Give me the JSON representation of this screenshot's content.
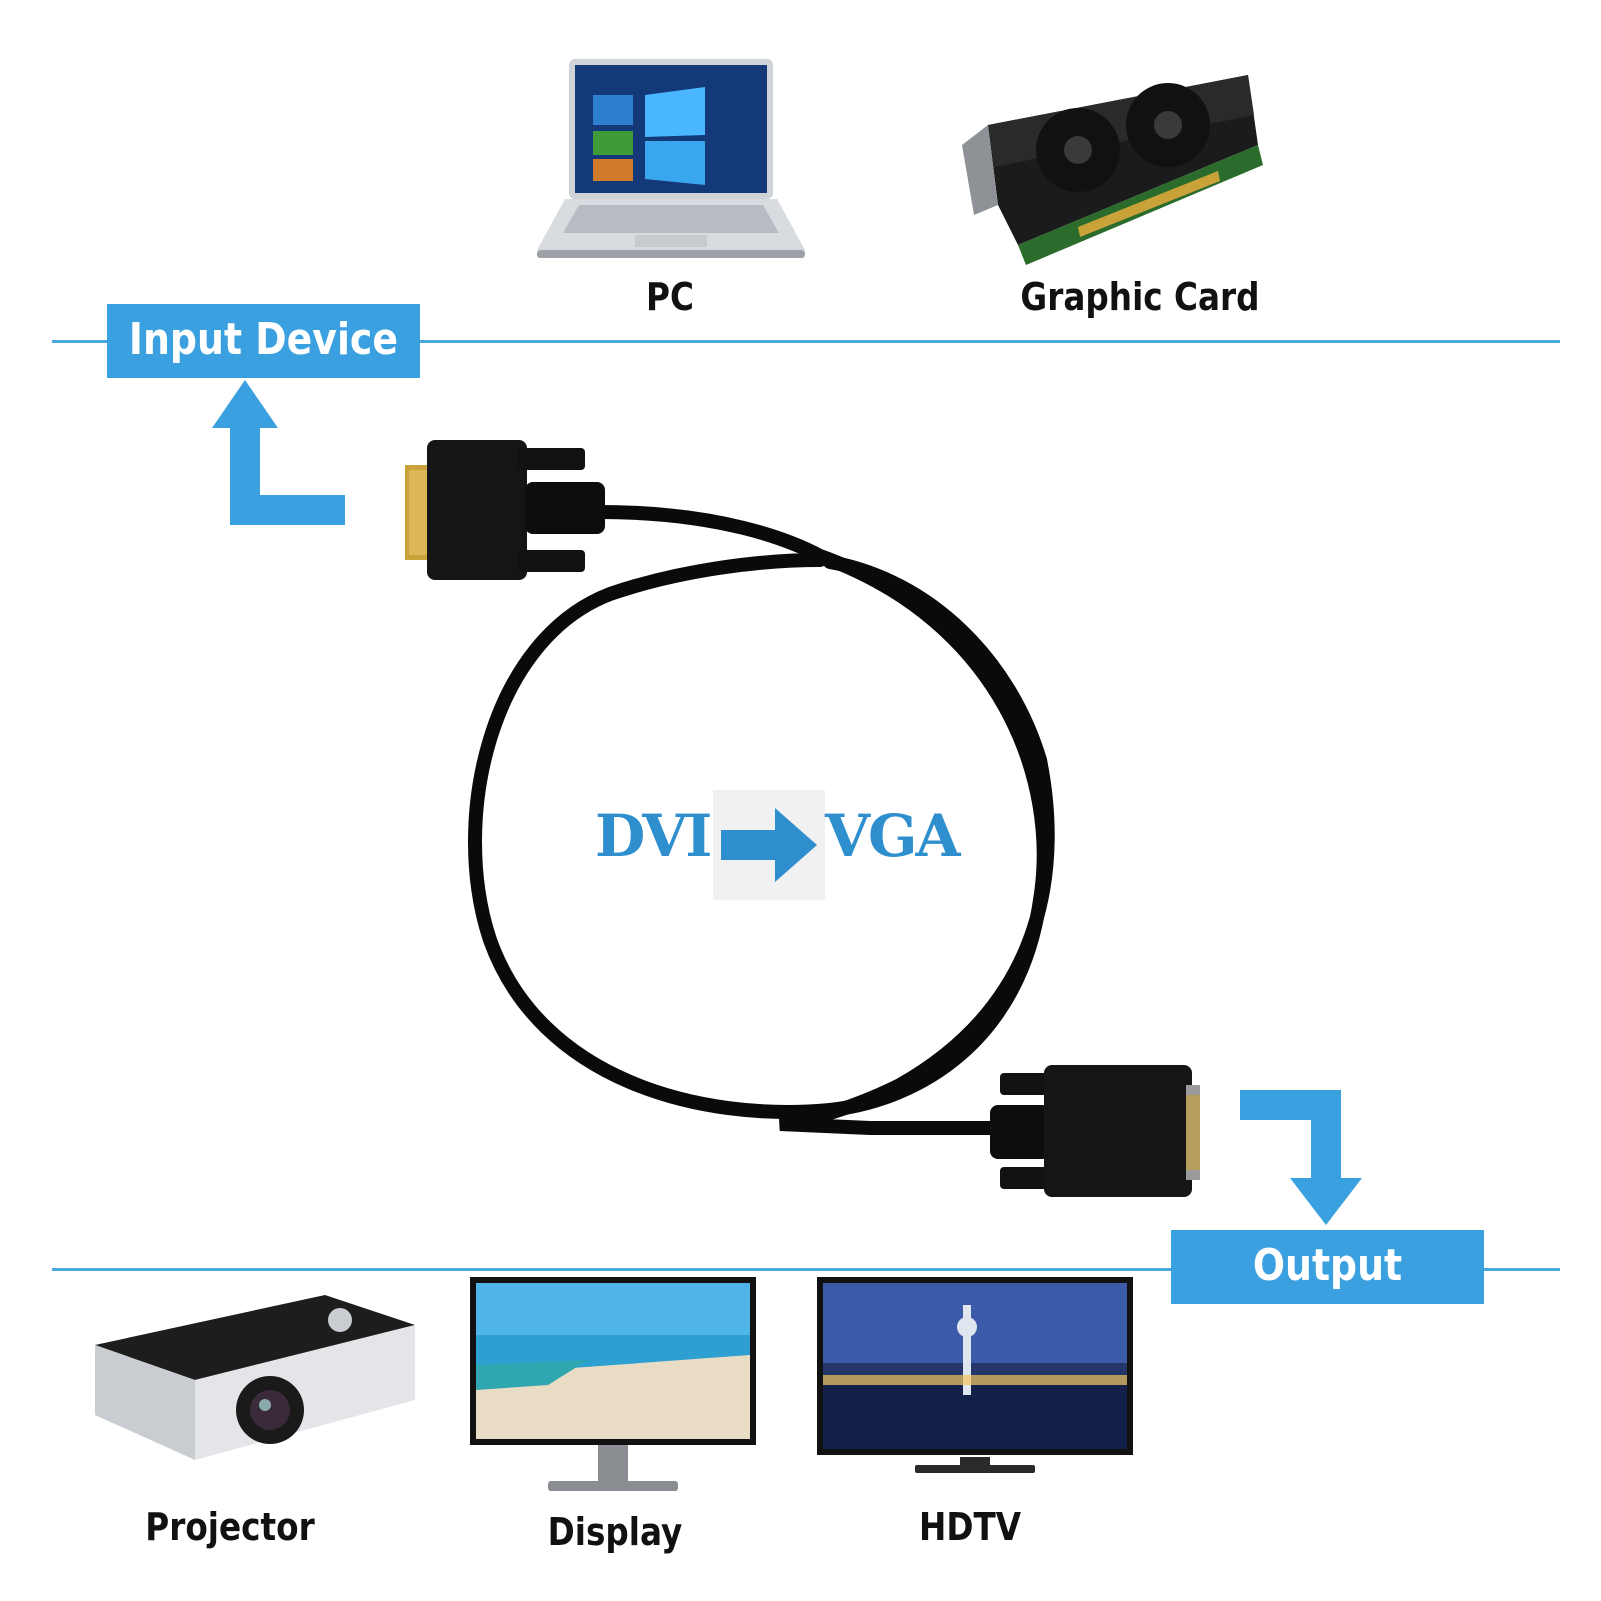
{
  "sections": {
    "input": {
      "title": "Input Device",
      "devices": [
        {
          "label": "PC",
          "icon": "laptop-icon"
        },
        {
          "label": "Graphic Card",
          "icon": "graphics-card-icon"
        }
      ]
    },
    "output": {
      "title": "Output Device",
      "devices": [
        {
          "label": "Projector",
          "icon": "projector-icon"
        },
        {
          "label": "Display",
          "icon": "monitor-icon"
        },
        {
          "label": "HDTV",
          "icon": "tv-icon"
        }
      ]
    }
  },
  "conversion": {
    "from": "DVI",
    "to": "VGA"
  },
  "colors": {
    "accent": "#3aa0df",
    "cable": "#0a0a0a",
    "text": "#111111"
  }
}
